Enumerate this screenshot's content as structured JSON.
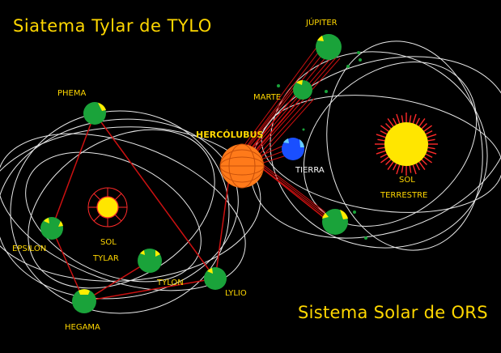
{
  "titles": {
    "tylar": "Siatema Tylar de TYLO",
    "ors": "Sistema Solar de ORS"
  },
  "labels": {
    "phema": "PHEMA",
    "epsilon": "EPSILON",
    "sol_tylar_1": "SOL",
    "sol_tylar_2": "TYLAR",
    "tylon": "TYLON",
    "hegama": "HEGAMA",
    "lylio": "LYLIO",
    "hercolubus": "HERCÓLUBUS",
    "jupiter": "JÚPITER",
    "marte": "MARTE",
    "tierra": "TIERRA",
    "sol_terrestre_1": "SOL",
    "sol_terrestre_2": "TERRESTRE"
  },
  "colors": {
    "background": "#000000",
    "label": "#ffd700",
    "orbit": "#e8e8e8",
    "planet": "#1aa33a",
    "planet_highlight": "#ffee00",
    "hercolubus": "#ff7a1a",
    "earth": "#1a4fff",
    "sun": "#ffe600",
    "sun_rays": "#ff2a2a",
    "link": "#cc1111"
  }
}
